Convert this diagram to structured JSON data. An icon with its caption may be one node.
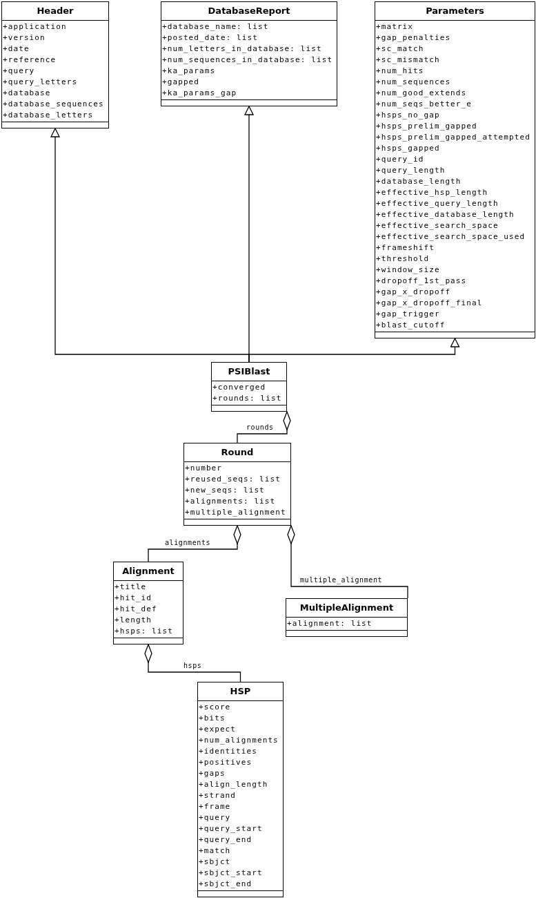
{
  "diagram": {
    "nodes": [
      {
        "text": [
          "Header",
          "+application",
          "+version",
          "+date",
          "+reference",
          "+query",
          "+query_letters",
          "+database",
          "+database_sequences",
          "+database_letters"
        ]
      },
      {
        "text": [
          "DatabaseReport",
          "+database_name: list",
          "+posted_date: list",
          "+num_letters_in_database: list",
          "+num_sequences_in_database: list",
          "+ka_params",
          "+gapped",
          "+ka_params_gap"
        ]
      },
      {
        "text": [
          "Parameters",
          "+matrix",
          "+gap_penalties",
          "+sc_match",
          "+sc_mismatch",
          "+num_hits",
          "+num_sequences",
          "+num_good_extends",
          "+num_seqs_better_e",
          "+hsps_no_gap",
          "+hsps_prelim_gapped",
          "+hsps_prelim_gapped_attempted",
          "+hsps_gapped",
          "+query_id",
          "+query_length",
          "+database_length",
          "+effective_hsp_length",
          "+effective_query_length",
          "+effective_database_length",
          "+effective_search_space",
          "+effective_search_space_used",
          "+frameshift",
          "+threshold",
          "+window_size",
          "+dropoff_1st_pass",
          "+gap_x_dropoff",
          "+gap_x_dropoff_final",
          "+gap_trigger",
          "+blast_cutoff"
        ]
      },
      {
        "text": [
          "PSIBlast",
          "+converged",
          "+rounds: list"
        ]
      },
      {
        "text": [
          "Round",
          "+number",
          "+reused_seqs: list",
          "+new_seqs: list",
          "+alignments: list",
          "+multiple_alignment"
        ]
      },
      {
        "text": [
          "Alignment",
          "+title",
          "+hit_id",
          "+hit_def",
          "+length",
          "+hsps: list"
        ]
      },
      {
        "text": [
          "MultipleAlignment",
          "+alignment: list"
        ]
      },
      {
        "text": [
          "HSP",
          "+score",
          "+bits",
          "+expect",
          "+num_alignments",
          "+identities",
          "+positives",
          "+gaps",
          "+align_length",
          "+strand",
          "+frame",
          "+query",
          "+query_start",
          "+query_end",
          "+match",
          "+sbjct",
          "+sbjct_start",
          "+sbjct_end"
        ]
      }
    ],
    "edges": [
      {
        "from": 3,
        "to": 0,
        "arrow": "to"
      },
      {
        "from": 3,
        "to": 1,
        "arrow": "to"
      },
      {
        "from": 3,
        "to": 2,
        "arrow": "to"
      },
      {
        "from": 3,
        "to": 4,
        "arrow": "other",
        "label": "rounds"
      },
      {
        "from": 4,
        "to": 5,
        "arrow": "other",
        "label": "alignments"
      },
      {
        "from": 4,
        "to": 6,
        "arrow": "other",
        "label": "multiple_alignment"
      },
      {
        "from": 5,
        "to": 7,
        "arrow": "other",
        "label": "hsps"
      }
    ]
  }
}
